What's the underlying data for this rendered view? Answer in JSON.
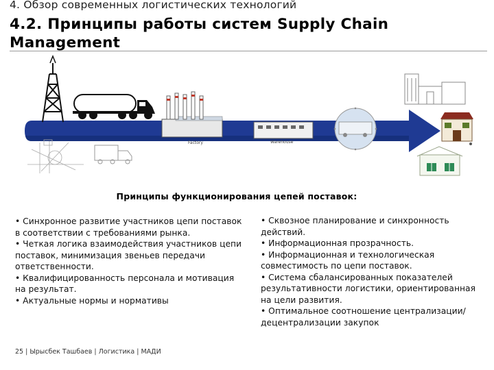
{
  "header": {
    "subtitle": "4. Обзор современных логистических технологий",
    "title": "4.2. Принципы работы систем Supply Chain Management"
  },
  "illustration": {
    "factory_label": "Factory",
    "warehouse_label": "Warehouse",
    "colors": {
      "arrow": "#1f3a93",
      "arrow_shade": "#16307d",
      "roofs": "#d9d9d9",
      "store_roof": "#8b2b1f"
    },
    "icons": [
      "oil-derrick-icon",
      "tanker-truck-icon",
      "factory-icon",
      "warehouse-icon",
      "truck-icon",
      "refinery-schematic-icon",
      "distribution-center-icon",
      "house-icon",
      "store-icon",
      "retail-building-icon"
    ]
  },
  "section": {
    "heading": "Принципы функционирования цепей поставок:"
  },
  "left_items": [
    "• Синхронное развитие участников цепи поставок в соответствии с требованиями рынка.",
    "• Четкая логика взаимодействия участников цепи поставок, минимизация звеньев передачи ответственности.",
    "• Квалифицированность персонала и мотивация на результат.",
    "• Актуальные нормы и нормативы"
  ],
  "right_items": [
    "• Сквозное планирование и синхронность действий.",
    "• Информационная прозрачность.",
    "• Информационная и технологическая совместимость по цепи поставок.",
    "• Система сбалансированных показателей результативности логистики, ориентированная на цели развития.",
    "• Оптимальное соотношение централизации/децентрализации закупок"
  ],
  "footer": {
    "text": "25 | Ырысбек Ташбаев | Логистика | МАДИ"
  }
}
